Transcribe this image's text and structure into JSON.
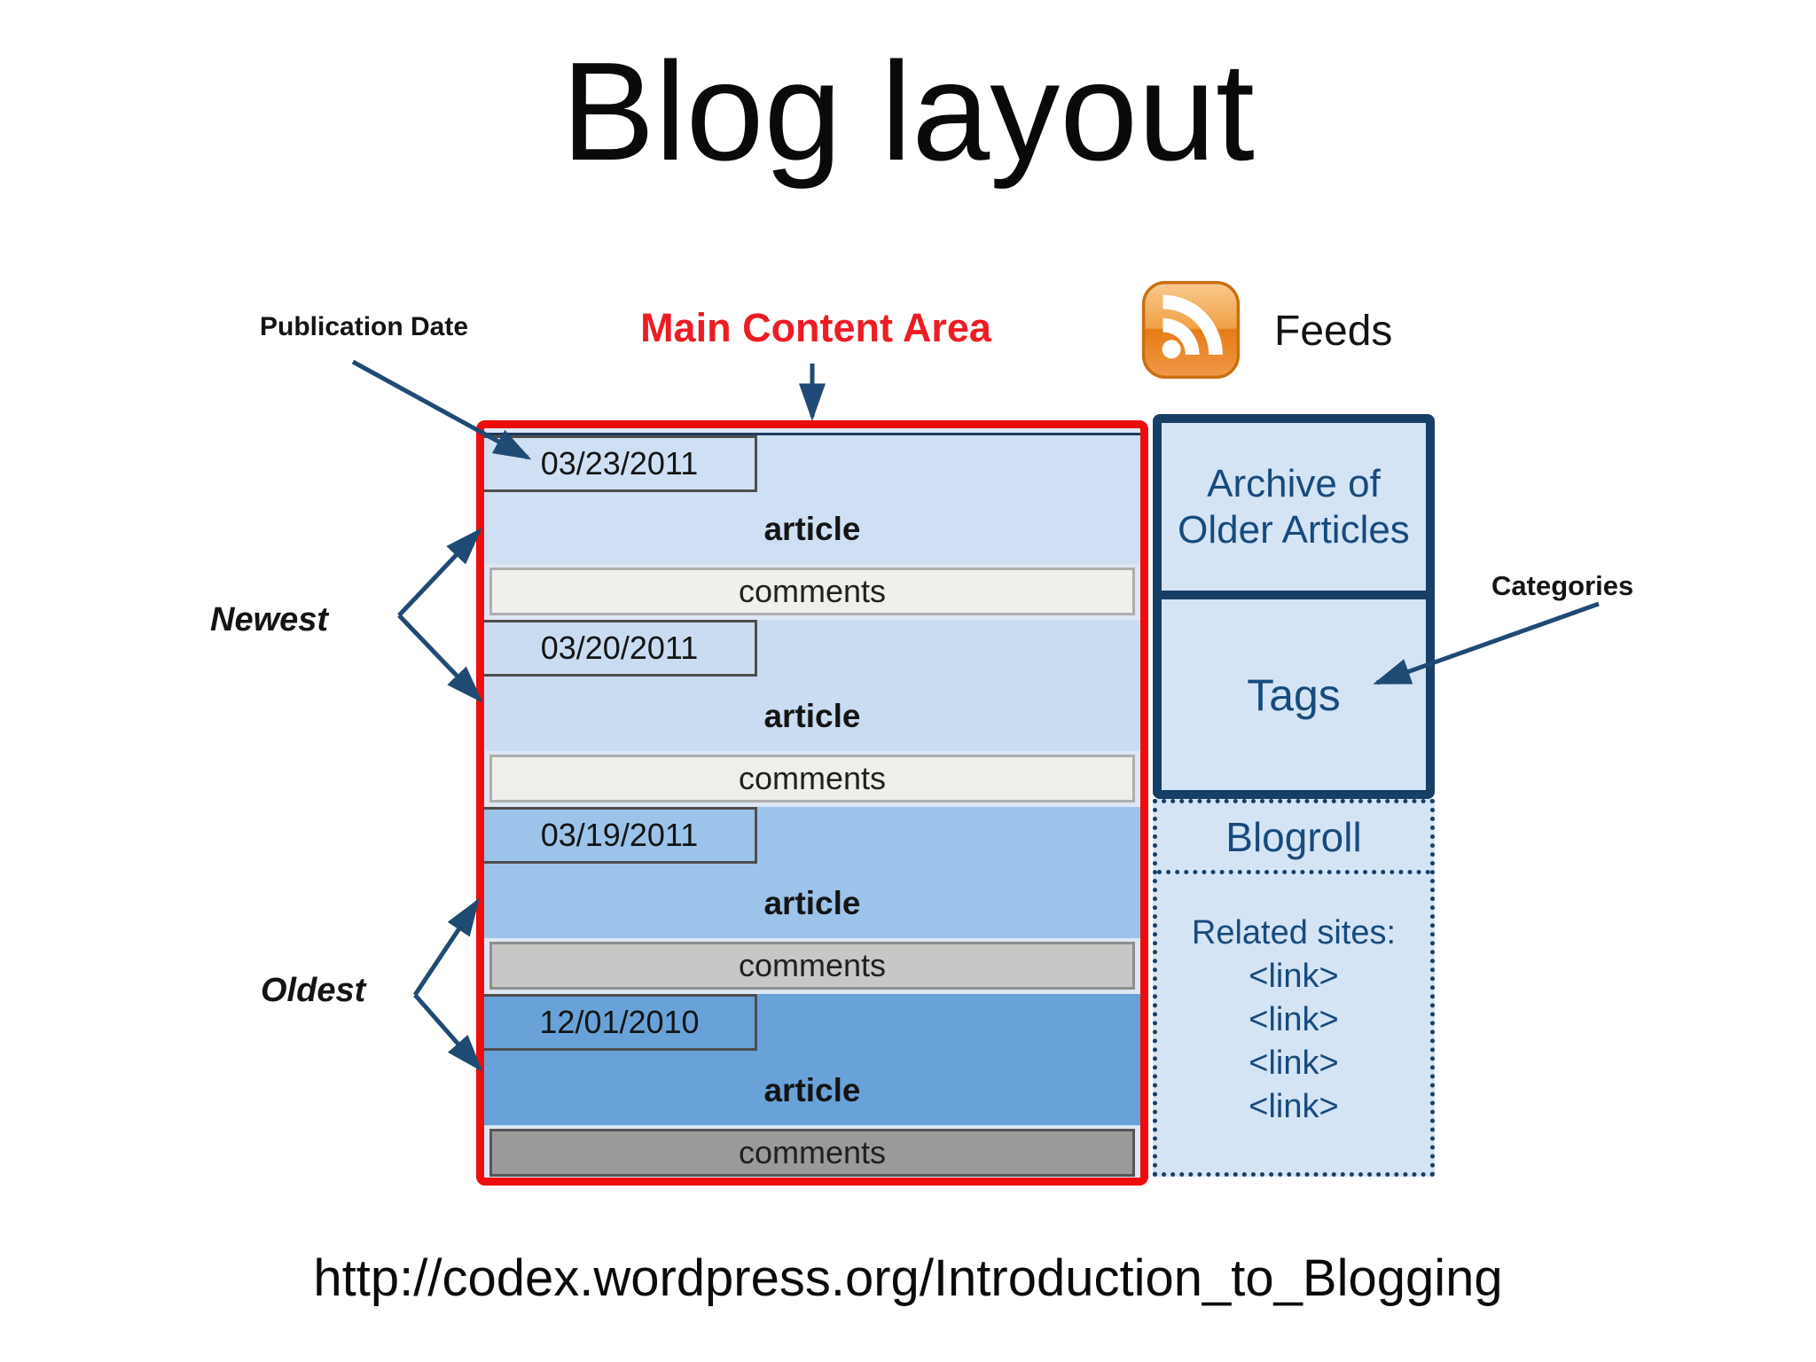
{
  "slide": {
    "title": "Blog layout",
    "source_url": "http://codex.wordpress.org/Introduction_to_Blogging"
  },
  "annotations": {
    "publication_date": "Publication Date",
    "main_content_area": "Main Content Area",
    "feeds": "Feeds",
    "categories": "Categories",
    "newest": "Newest",
    "oldest": "Oldest"
  },
  "icons": {
    "feeds_icon": "rss-feed-icon"
  },
  "colors": {
    "content_border_red": "#ee0d0d",
    "annotation_red": "#ed1c24",
    "arrow_navy": "#1f4a73",
    "sidebar_border_navy": "#173f66",
    "sidebar_text_navy": "#174a7d",
    "sidebar_bg_blue": "#d4e4f4",
    "rss_orange": "#ec8b2a"
  },
  "main_content": {
    "posts": [
      {
        "date": "03/23/2011",
        "article_label": "article",
        "comments_label": "comments",
        "article_color": "#cfe0f4",
        "comments_color": "#f0efec",
        "comments_border": "#aeaeae"
      },
      {
        "date": "03/20/2011",
        "article_label": "article",
        "comments_label": "comments",
        "article_color": "#c9dcf2",
        "comments_color": "#efeeeb",
        "comments_border": "#aeaeae"
      },
      {
        "date": "03/19/2011",
        "article_label": "article",
        "comments_label": "comments",
        "article_color": "#9cc3ea",
        "comments_color": "#c7c7c5",
        "comments_border": "#8e8e8e"
      },
      {
        "date": "12/01/2010",
        "article_label": "article",
        "comments_label": "comments",
        "article_color": "#68a2d8",
        "comments_color": "#9b9a98",
        "comments_border": "#565656"
      }
    ]
  },
  "sidebar": {
    "archive_label": "Archive of Older Articles",
    "tags_label": "Tags",
    "blogroll_label": "Blogroll",
    "related_sites_label": "Related sites:",
    "links": [
      "<link>",
      "<link>",
      "<link>",
      "<link>"
    ]
  }
}
